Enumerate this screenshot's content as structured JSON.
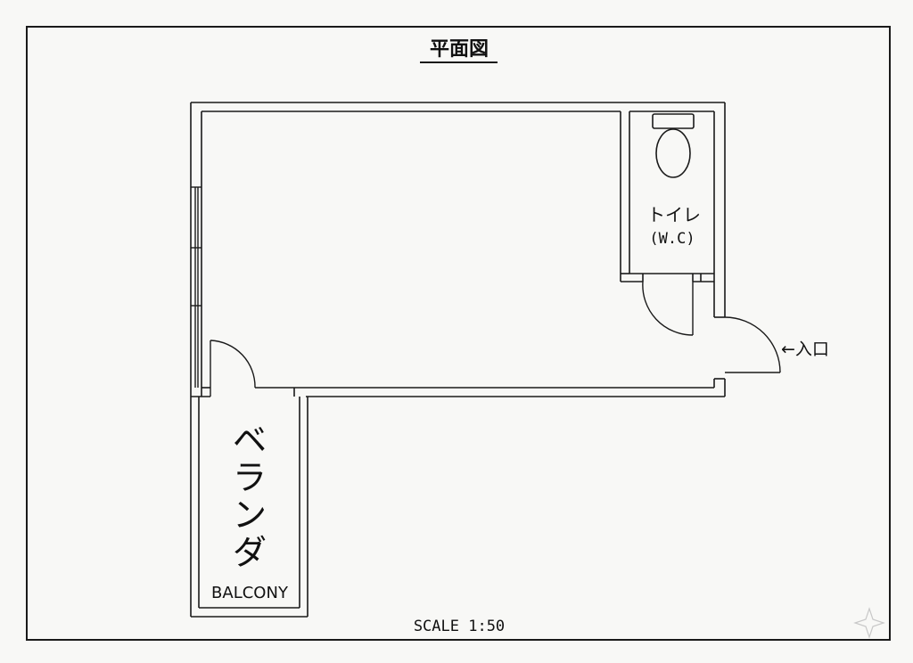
{
  "title": "平面図",
  "rooms": {
    "toilet": {
      "name_ja": "トイレ",
      "name_en": "(W.C)"
    },
    "balcony": {
      "name_ja": "ベランダ",
      "name_en": "BALCONY"
    }
  },
  "entrance": {
    "label": "←入口"
  },
  "scale": {
    "label": "SCALE 1:50"
  }
}
